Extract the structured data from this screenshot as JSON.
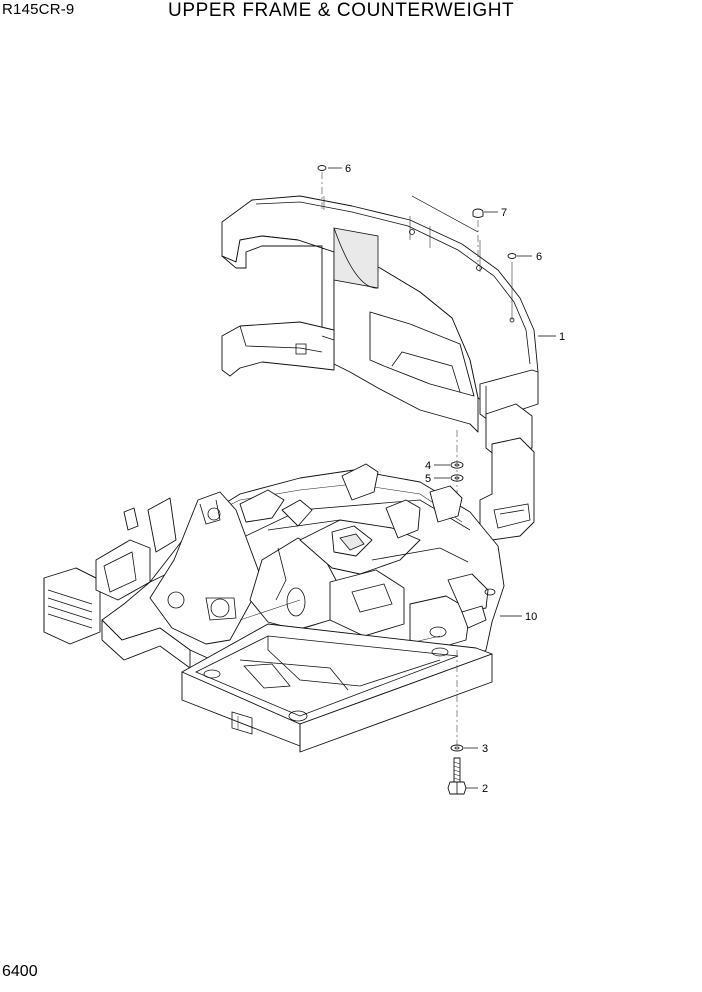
{
  "header": {
    "model": "R145CR-9",
    "title": "UPPER FRAME & COUNTERWEIGHT"
  },
  "footer": {
    "page_number": "6400"
  },
  "callouts": {
    "c1": "1",
    "c2": "2",
    "c3": "3",
    "c4": "4",
    "c5": "5",
    "c6a": "6",
    "c6b": "6",
    "c7": "7",
    "c10": "10"
  }
}
